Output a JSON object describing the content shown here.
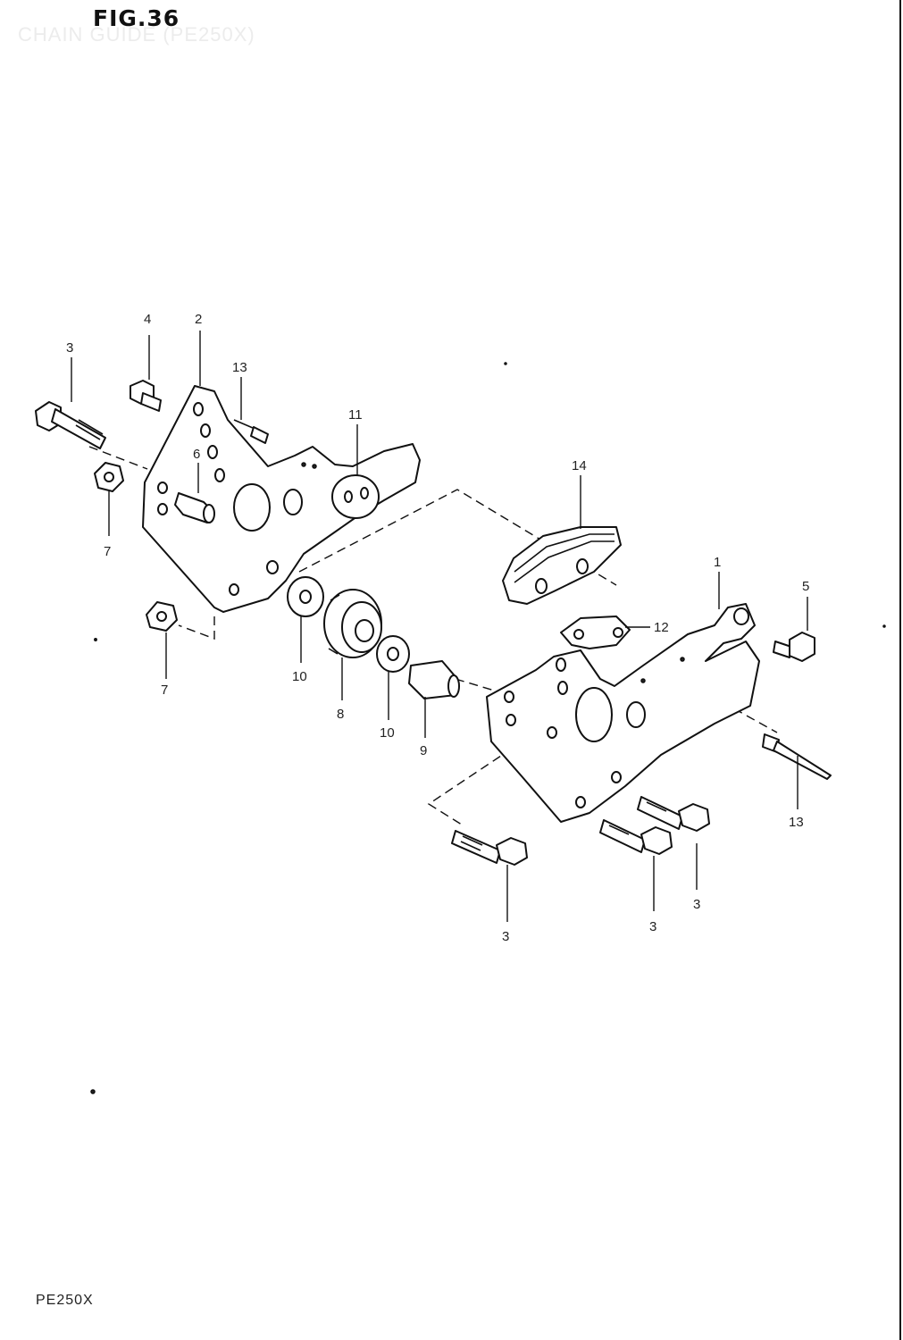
{
  "figure": {
    "title": "FIG.36",
    "subtitle": "CHAIN GUIDE (PE250X)",
    "model": "PE250X"
  },
  "callouts": [
    {
      "id": "c-4",
      "text": "4"
    },
    {
      "id": "c-2",
      "text": "2"
    },
    {
      "id": "c-3a",
      "text": "3"
    },
    {
      "id": "c-13a",
      "text": "13"
    },
    {
      "id": "c-11",
      "text": "11"
    },
    {
      "id": "c-6",
      "text": "6"
    },
    {
      "id": "c-7a",
      "text": "7"
    },
    {
      "id": "c-14",
      "text": "14"
    },
    {
      "id": "c-1",
      "text": "1"
    },
    {
      "id": "c-5",
      "text": "5"
    },
    {
      "id": "c-12",
      "text": "12"
    },
    {
      "id": "c-7b",
      "text": "7"
    },
    {
      "id": "c-10a",
      "text": "10"
    },
    {
      "id": "c-8",
      "text": "8"
    },
    {
      "id": "c-10b",
      "text": "10"
    },
    {
      "id": "c-9",
      "text": "9"
    },
    {
      "id": "c-13b",
      "text": "13"
    },
    {
      "id": "c-3b",
      "text": "3"
    },
    {
      "id": "c-3c",
      "text": "3"
    },
    {
      "id": "c-3d",
      "text": "3"
    }
  ]
}
